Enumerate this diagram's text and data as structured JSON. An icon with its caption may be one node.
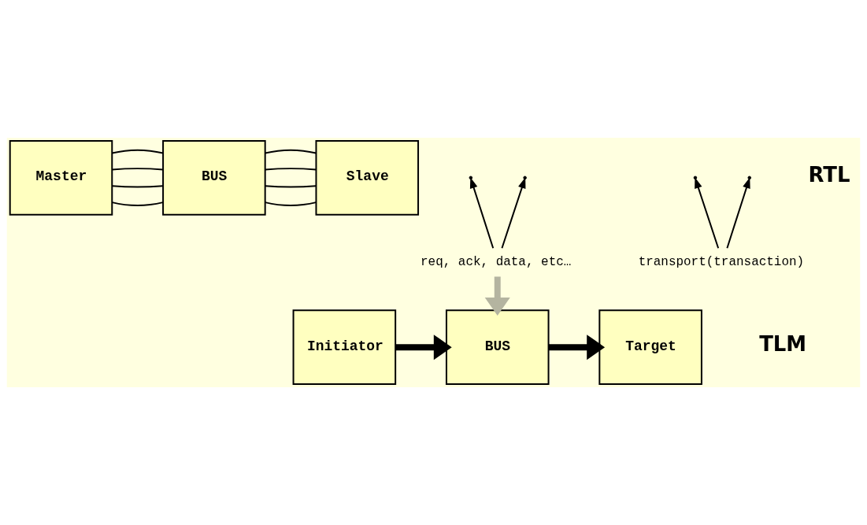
{
  "diagram": {
    "nodes": [
      {
        "text": [
          "Master"
        ]
      },
      {
        "text": [
          "BUS"
        ]
      },
      {
        "text": [
          "Slave"
        ]
      },
      {
        "text": [
          "req, ack, data, etc…"
        ]
      },
      {
        "text": [
          "Initiator"
        ]
      },
      {
        "text": [
          "BUS"
        ]
      },
      {
        "text": [
          "Target"
        ]
      },
      {
        "text": [
          "transport(transaction)"
        ]
      }
    ],
    "edges": [
      {
        "from": 0,
        "to": 1,
        "arrow": "none"
      },
      {
        "from": 0,
        "to": 1,
        "arrow": "none"
      },
      {
        "from": 0,
        "to": 1,
        "arrow": "none"
      },
      {
        "from": 0,
        "to": 1,
        "arrow": "none"
      },
      {
        "from": 1,
        "to": 2,
        "arrow": "none"
      },
      {
        "from": 1,
        "to": 2,
        "arrow": "none"
      },
      {
        "from": 1,
        "to": 2,
        "arrow": "none"
      },
      {
        "from": 1,
        "to": 2,
        "arrow": "none"
      },
      {
        "from": 3,
        "to": null,
        "arrow": "to"
      },
      {
        "from": 3,
        "to": null,
        "arrow": "to"
      },
      {
        "from": 3,
        "to": 5,
        "arrow": "to",
        "style": "thick",
        "color": "#b4b4a0"
      },
      {
        "from": 4,
        "to": 5,
        "arrow": "to",
        "style": "thick"
      },
      {
        "from": 5,
        "to": 6,
        "arrow": "to",
        "style": "thick"
      },
      {
        "from": 7,
        "to": null,
        "arrow": "to"
      },
      {
        "from": 7,
        "to": null,
        "arrow": "to"
      }
    ],
    "labels": [
      "RTL",
      "TLM"
    ]
  }
}
